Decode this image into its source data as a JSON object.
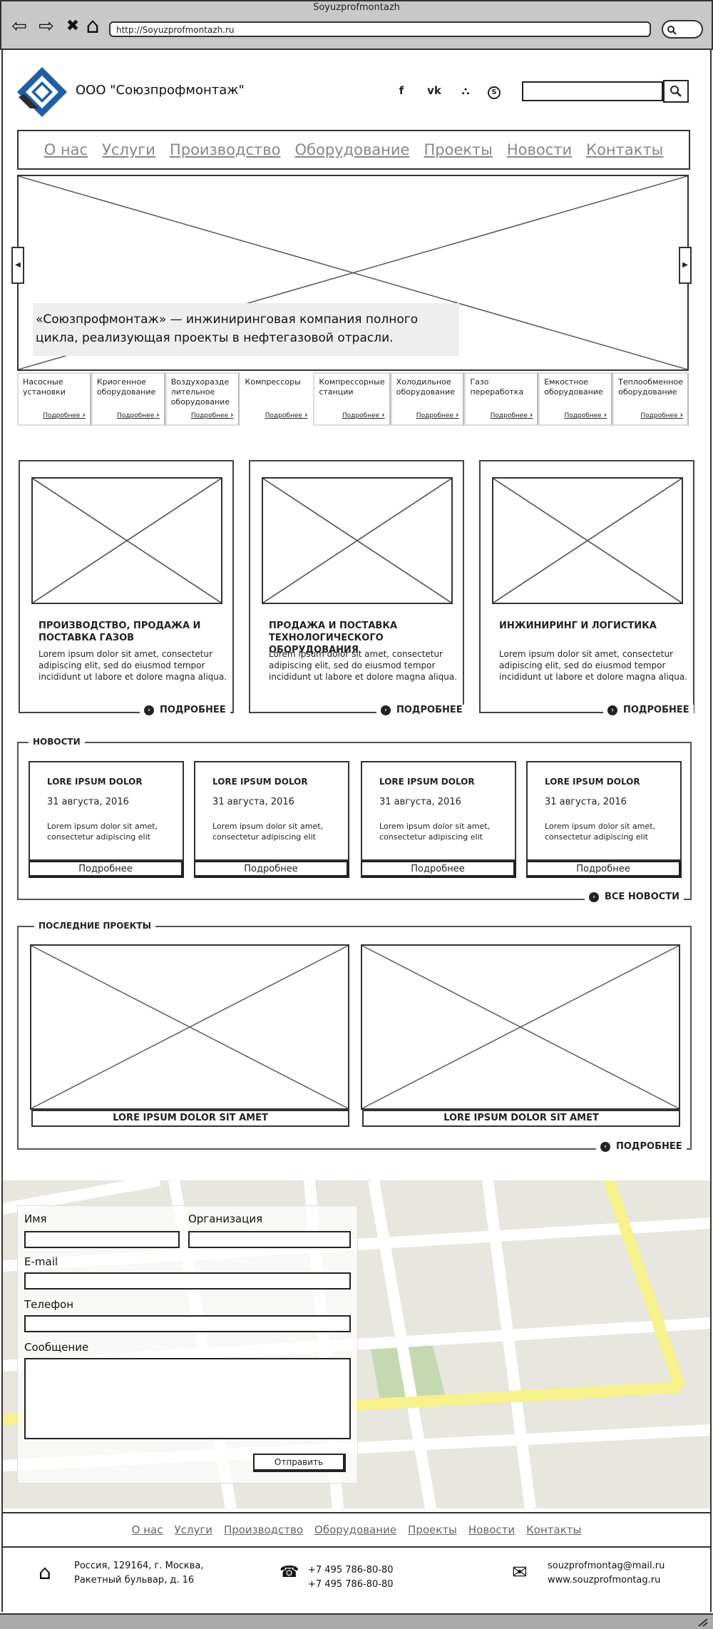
{
  "browser": {
    "title": "Soyuzprofmontazh",
    "url": "http://Soyuzprofmontazh.ru",
    "back_glyph": "⇦",
    "forward_glyph": "⇨",
    "stop_glyph": "✖",
    "home_glyph": "⌂"
  },
  "header": {
    "company_name": "ООО \"Союзпрофмонтаж\"",
    "social": [
      {
        "icon": "facebook-icon",
        "glyph": "f"
      },
      {
        "icon": "vk-icon",
        "glyph": "vk"
      },
      {
        "icon": "sitemap-icon",
        "glyph": "⛬"
      },
      {
        "icon": "skype-icon",
        "glyph": "S"
      }
    ]
  },
  "nav": [
    "О нас",
    "Услуги",
    "Производство",
    "Оборудование",
    "Проекты",
    "Новости",
    "Контакты"
  ],
  "hero": {
    "caption": "«Союзпрофмонтаж» — инжиниринговая компания полного цикла, реализующая проекты в нефтегазовой отрасли.",
    "prev_glyph": "◀",
    "next_glyph": "▶"
  },
  "categories": [
    {
      "label": "Насосные установки",
      "more": "Подробнее"
    },
    {
      "label": "Криогенное оборудование",
      "more": "Подробнее"
    },
    {
      "label": "Воздухоразде лительное оборудование",
      "more": "Подробнее"
    },
    {
      "label": "Компрессоры",
      "more": "Подробнее"
    },
    {
      "label": "Компрессорные станции",
      "more": "Подробнее"
    },
    {
      "label": "Холодильное оборудование",
      "more": "Подробнее"
    },
    {
      "label": "Газо переработка",
      "more": "Подробнее"
    },
    {
      "label": "Емкостное оборудование",
      "more": "Подробнее"
    },
    {
      "label": "Теплообменное оборудование",
      "more": "Подробнее"
    }
  ],
  "features": [
    {
      "title": "ПРОИЗВОДСТВО, ПРОДАЖА И ПОСТАВКА ГАЗОВ",
      "text": "Lorem ipsum dolor sit amet, consectetur adipiscing elit, sed do eiusmod tempor incididunt ut labore et dolore magna aliqua.",
      "more": "ПОДРОБНЕЕ"
    },
    {
      "title": "ПРОДАЖА И ПОСТАВКА ТЕХНОЛОГИЧЕСКОГО ОБОРУДОВАНИЯ",
      "text": "Lorem ipsum dolor sit amet, consectetur adipiscing elit, sed do eiusmod tempor incididunt ut labore et dolore magna aliqua.",
      "more": "ПОДРОБНЕЕ"
    },
    {
      "title": "ИНЖИНИРИНГ И ЛОГИСТИКА",
      "text": "Lorem ipsum dolor sit amet, consectetur adipiscing elit, sed do eiusmod tempor incididunt ut labore et dolore magna aliqua.",
      "more": "ПОДРОБНЕЕ"
    }
  ],
  "news": {
    "legend": "НОВОСТИ",
    "all_link": "ВСЕ НОВОСТИ",
    "items": [
      {
        "title": "LORE IPSUM DOLOR",
        "date": "31 августа, 2016",
        "text": "Lorem ipsum dolor sit amet, consectetur adipiscing elit",
        "button": "Подробнее"
      },
      {
        "title": "LORE IPSUM DOLOR",
        "date": "31 августа, 2016",
        "text": "Lorem ipsum dolor sit amet, consectetur adipiscing elit",
        "button": "Подробнее"
      },
      {
        "title": "LORE IPSUM DOLOR",
        "date": "31 августа, 2016",
        "text": "Lorem ipsum dolor sit amet, consectetur adipiscing elit",
        "button": "Подробнее"
      },
      {
        "title": "LORE IPSUM DOLOR",
        "date": "31 августа, 2016",
        "text": "Lorem ipsum dolor sit amet, consectetur adipiscing elit",
        "button": "Подробнее"
      }
    ]
  },
  "projects": {
    "legend": "ПОСЛЕДНИЕ ПРОЕКТЫ",
    "more": "ПОДРОБНЕЕ",
    "items": [
      {
        "title": "LORE IPSUM DOLOR SIT AMET"
      },
      {
        "title": "LORE IPSUM DOLOR SIT AMET"
      }
    ]
  },
  "form": {
    "name_label": "Имя",
    "org_label": "Организация",
    "email_label": "E-mail",
    "phone_label": "Телефон",
    "message_label": "Сообщение",
    "submit": "Отправить"
  },
  "footer": {
    "nav": [
      "О нас",
      "Услуги",
      "Производство",
      "Оборудование",
      "Проекты",
      "Новости",
      "Контакты"
    ],
    "address_line1": "Россия, 129164, г. Москва,",
    "address_line2": "Ракетный бульвар, д. 16",
    "phone1": "+7 495 786-80-80",
    "phone2": "+7 495 786-80-80",
    "email": "souzprofmontag@mail.ru",
    "website": "www.souzprofmontag.ru",
    "home_glyph": "⌂",
    "phone_glyph": "☎",
    "mail_glyph": "✉"
  },
  "colors": {
    "logo_blue": "#1e5fa8",
    "map_road_yellow": "#f7f28a",
    "map_park_green": "#c5d9b0",
    "map_bg": "#e7e6df"
  }
}
